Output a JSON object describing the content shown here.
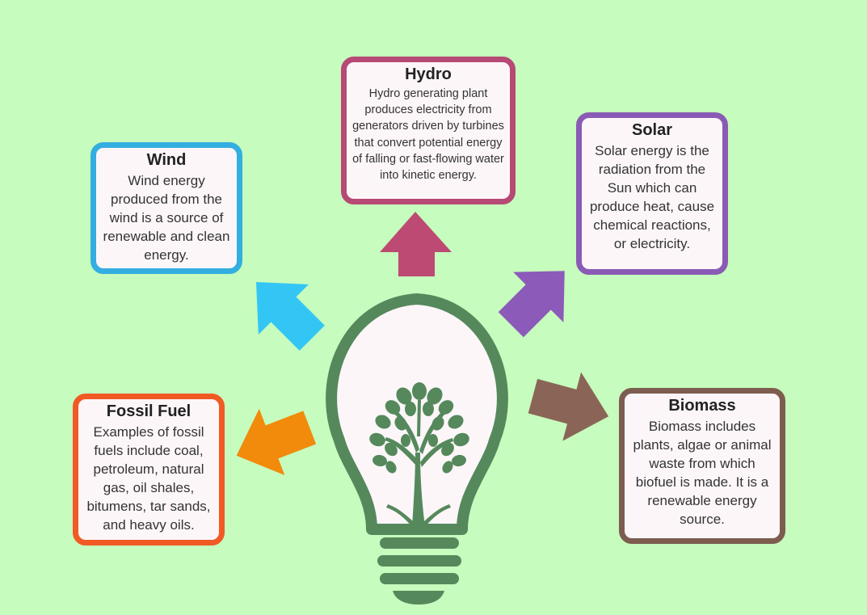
{
  "sources": {
    "hydro": {
      "title": "Hydro",
      "text": "Hydro generating plant produces electricity from generators driven by turbines that convert potential energy of falling or fast-flowing water into kinetic energy.",
      "color": "#b64a74"
    },
    "wind": {
      "title": "Wind",
      "text": "Wind energy produced from the wind is a source of renewable and clean energy.",
      "color": "#33aee0"
    },
    "solar": {
      "title": "Solar",
      "text": "Solar energy is the radiation from the Sun which can produce heat, cause chemical reactions, or electricity.",
      "color": "#8a5bb5"
    },
    "fossil": {
      "title": "Fossil Fuel",
      "text": "Examples of fossil fuels include coal, petroleum, natural gas, oil shales, bitumens, tar sands, and heavy oils.",
      "color": "#f15a24"
    },
    "biomass": {
      "title": "Biomass",
      "text": "Biomass includes plants, algae or animal waste from which biofuel is made. It is a renewable energy source.",
      "color": "#7d5d50"
    }
  },
  "colors": {
    "background": "#c6fcbd",
    "bulb": "#55895c",
    "arrow_hydro": "#bd4a72",
    "arrow_wind": "#33c6f5",
    "arrow_solar": "#8c5ab8",
    "arrow_fossil": "#f28a0c",
    "arrow_biomass": "#8a6557"
  },
  "icons": [
    "light-bulb-icon",
    "tree-icon"
  ]
}
